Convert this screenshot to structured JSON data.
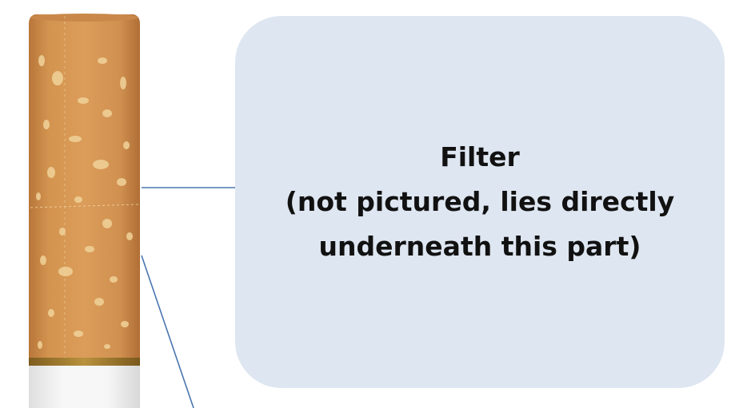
{
  "callout": {
    "title": "Filter",
    "line2": "(not pictured, lies directly",
    "line3": "underneath this part)"
  },
  "colors": {
    "callout_fill": "#dee6f1",
    "connector": "#4a76b0",
    "tipping_paper": "#d1914c",
    "tipping_speckle": "#efcf95",
    "gold_band": "#a27a2c",
    "cigarette_paper": "#f4f4f4"
  },
  "icons": {
    "cigarette": "cigarette-filter-icon"
  }
}
